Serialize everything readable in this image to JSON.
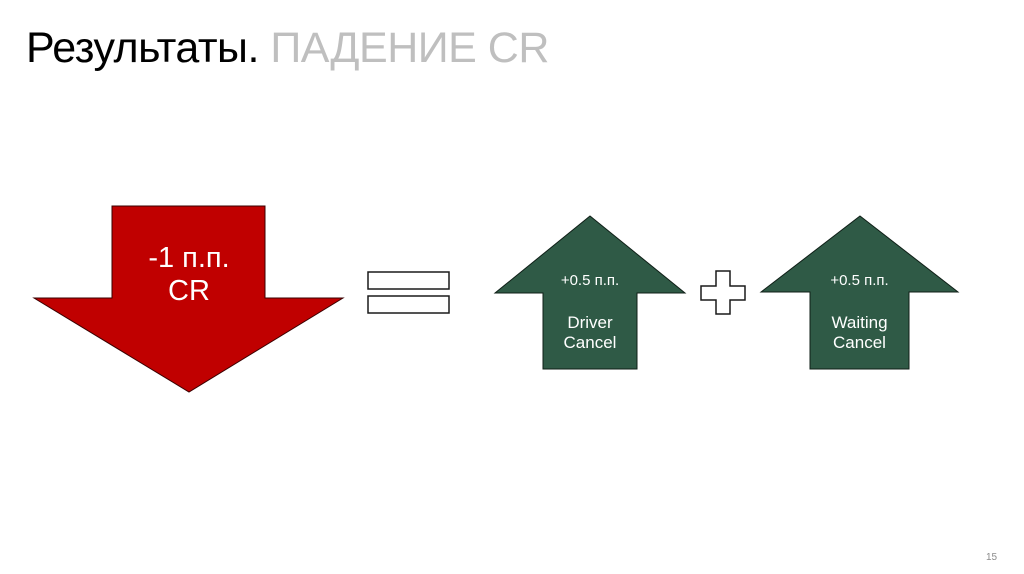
{
  "slide": {
    "title_main": "Результаты.",
    "title_accent": "ПАДЕНИЕ CR",
    "page_number": "15"
  },
  "equation": {
    "result": {
      "value": "-1 п.п.",
      "metric": "CR",
      "direction": "down",
      "color": "#c00000"
    },
    "operator_equals": "=",
    "operator_plus": "+",
    "components": [
      {
        "value": "+0.5 п.п.",
        "line1": "Driver",
        "line2": "Cancel",
        "direction": "up",
        "color": "#2f5a46"
      },
      {
        "value": "+0.5 п.п.",
        "line1": "Waiting",
        "line2": "Cancel",
        "direction": "up",
        "color": "#2f5a46"
      }
    ]
  }
}
